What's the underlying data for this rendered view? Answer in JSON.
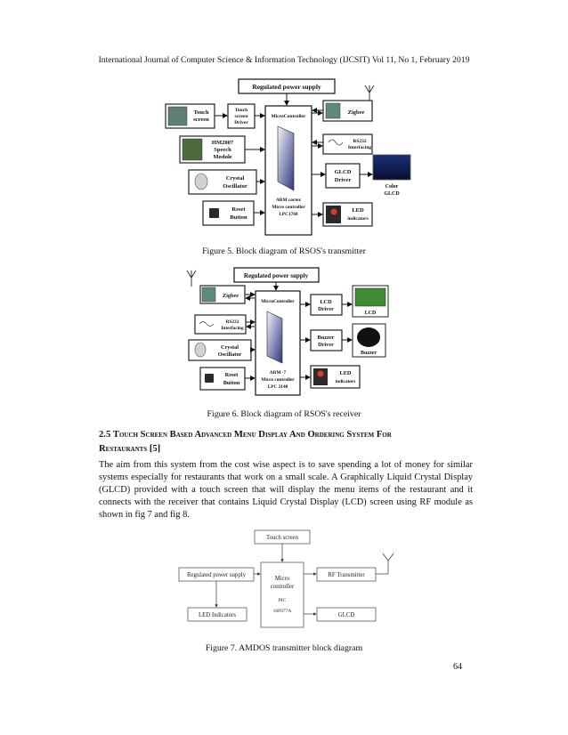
{
  "header": "International Journal of Computer Science & Information Technology (IJCSIT) Vol 11, No 1, February 2019",
  "fig5": {
    "power": "Regulated power supply",
    "touch_screen": [
      "Touch",
      "screen"
    ],
    "touch_driver": [
      "Touch",
      "screen",
      "Driver"
    ],
    "mcu_label": "MicroController",
    "mcu_bottom": [
      "ARM cortex",
      "Micro controller",
      "LPC1768"
    ],
    "speech": [
      "HM2007",
      "Speech",
      "Module"
    ],
    "crystal": [
      "Crystal",
      "Oscillator"
    ],
    "reset": [
      "Reset",
      "Button"
    ],
    "zigbee": "Zigbee",
    "rs232": [
      "RS232",
      "Interfacing"
    ],
    "glcd_driver": [
      "GLCD",
      "Driver"
    ],
    "color_glcd": [
      "Color",
      "GLCD"
    ],
    "led": [
      "LED",
      "indicators"
    ],
    "caption": "Figure 5. Block diagram of RSOS's transmitter"
  },
  "fig6": {
    "power": "Regulated power supply",
    "zigbee": "Zigbee",
    "rs232": [
      "RS232",
      "Interfacing"
    ],
    "crystal": [
      "Crystal",
      "Oscillator"
    ],
    "reset": [
      "Reset",
      "Button"
    ],
    "mcu_label": "MicroController",
    "mcu_bottom": [
      "ARM -7",
      "Micro controller",
      "LPC 2148"
    ],
    "lcd_driver": [
      "LCD",
      "Driver"
    ],
    "lcd": "LCD",
    "buzzer_driver": [
      "Buzzer",
      "Driver"
    ],
    "buzzer": "Buzzer",
    "led": [
      "LED",
      "indicators"
    ],
    "caption": "Figure 6. Block diagram of RSOS's receiver"
  },
  "section": {
    "number": "2.5",
    "title_line1": "Touch Screen Based Advanced Menu Display And Ordering System For",
    "title_line2": "Restaurants",
    "ref": "[5]"
  },
  "paragraph": "The aim from this system from the cost wise aspect is to save spending a lot of money for similar systems especially for restaurants that work on a small scale. A Graphically Liquid Crystal Display (GLCD) provided with a touch screen that will display the menu items of the restaurant and it connects with the receiver that contains Liquid Crystal Display (LCD) screen using RF module as shown in fig 7 and fig 8.",
  "fig7": {
    "touch": "Touch screen",
    "power": "Regulated power supply",
    "mcu": [
      "Micro",
      "controller",
      "PIC",
      "16F877A"
    ],
    "rf": "RF Transmitter",
    "led": "LED Indicators",
    "glcd": "GLCD",
    "caption": "Figure 7. AMDOS transmitter block diagram"
  },
  "page_number": "64"
}
